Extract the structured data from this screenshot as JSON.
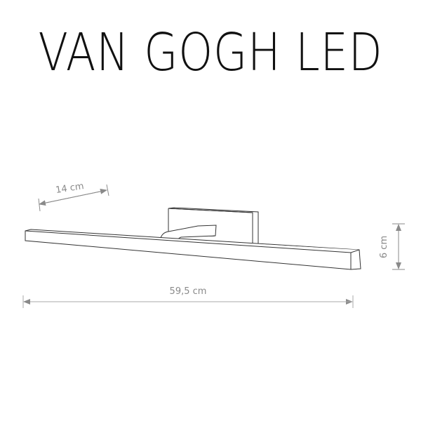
{
  "title": "VAN GOGH LED",
  "dimensions": {
    "depth": "14 cm",
    "width": "59,5 cm",
    "height": "6 cm"
  },
  "colors": {
    "outline": "#333333",
    "dimension": "#8a8a8a",
    "title": "#111111",
    "background": "#ffffff"
  }
}
